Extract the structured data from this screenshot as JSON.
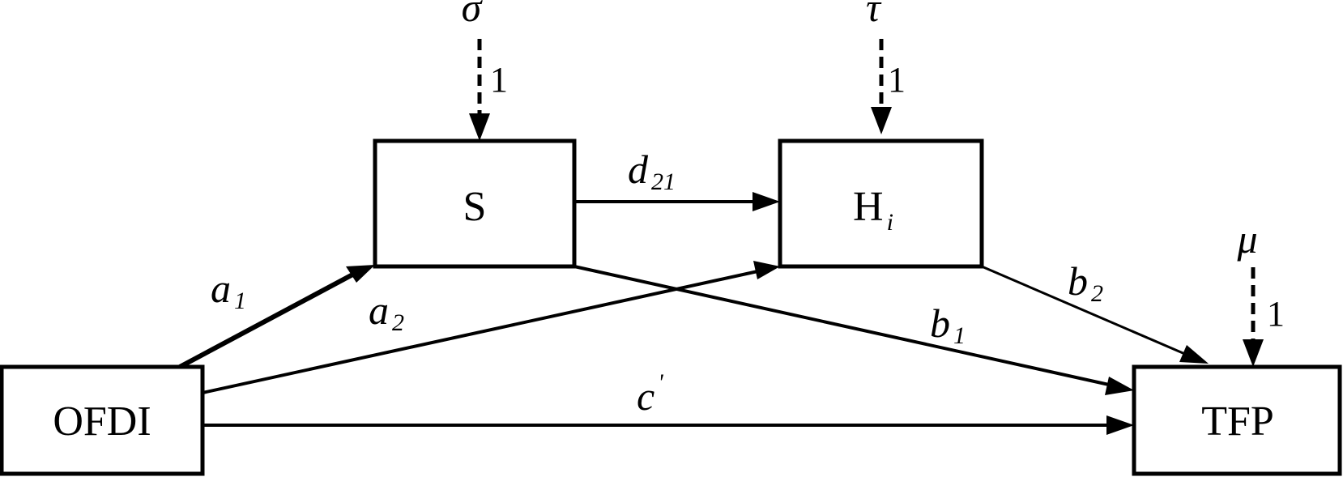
{
  "nodes": {
    "ofdi": "OFDI",
    "s": "S",
    "h": "H",
    "h_sub": "i",
    "tfp": "TFP"
  },
  "paths": {
    "a1": {
      "main": "a",
      "sub": "1"
    },
    "a2": {
      "main": "a",
      "sub": "2"
    },
    "d21": {
      "main": "d",
      "sub": "21"
    },
    "b1": {
      "main": "b",
      "sub": "1"
    },
    "b2": {
      "main": "b",
      "sub": "2"
    },
    "c": {
      "main": "c",
      "sup": "'"
    }
  },
  "errors": {
    "sigma": {
      "symbol": "σ",
      "weight": "1"
    },
    "tau": {
      "symbol": "τ",
      "weight": "1"
    },
    "mu": {
      "symbol": "μ",
      "weight": "1"
    }
  },
  "colors": {
    "stroke": "#000000",
    "background": "#ffffff"
  }
}
